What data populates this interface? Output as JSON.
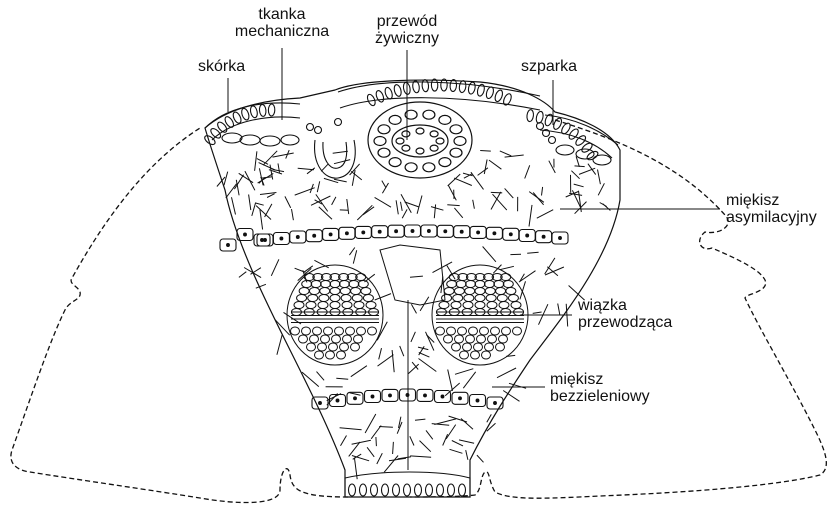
{
  "labels": {
    "skorka": "skórka",
    "tkanka_mechaniczna": [
      "tkanka",
      "mechaniczna"
    ],
    "przewod_zywiczny": [
      "przewód",
      "żywiczny"
    ],
    "szparka": "szparka",
    "miekisz_asymilacyjny": [
      "miękisz",
      "asymilacyjny"
    ],
    "wiazka_przewodzaca": [
      "wiązka",
      "przewodząca"
    ],
    "miekisz_bezzieleniowy": [
      "miękisz",
      "bezzieleniowy"
    ]
  },
  "colors": {
    "ink": "#111111",
    "background": "#ffffff"
  }
}
